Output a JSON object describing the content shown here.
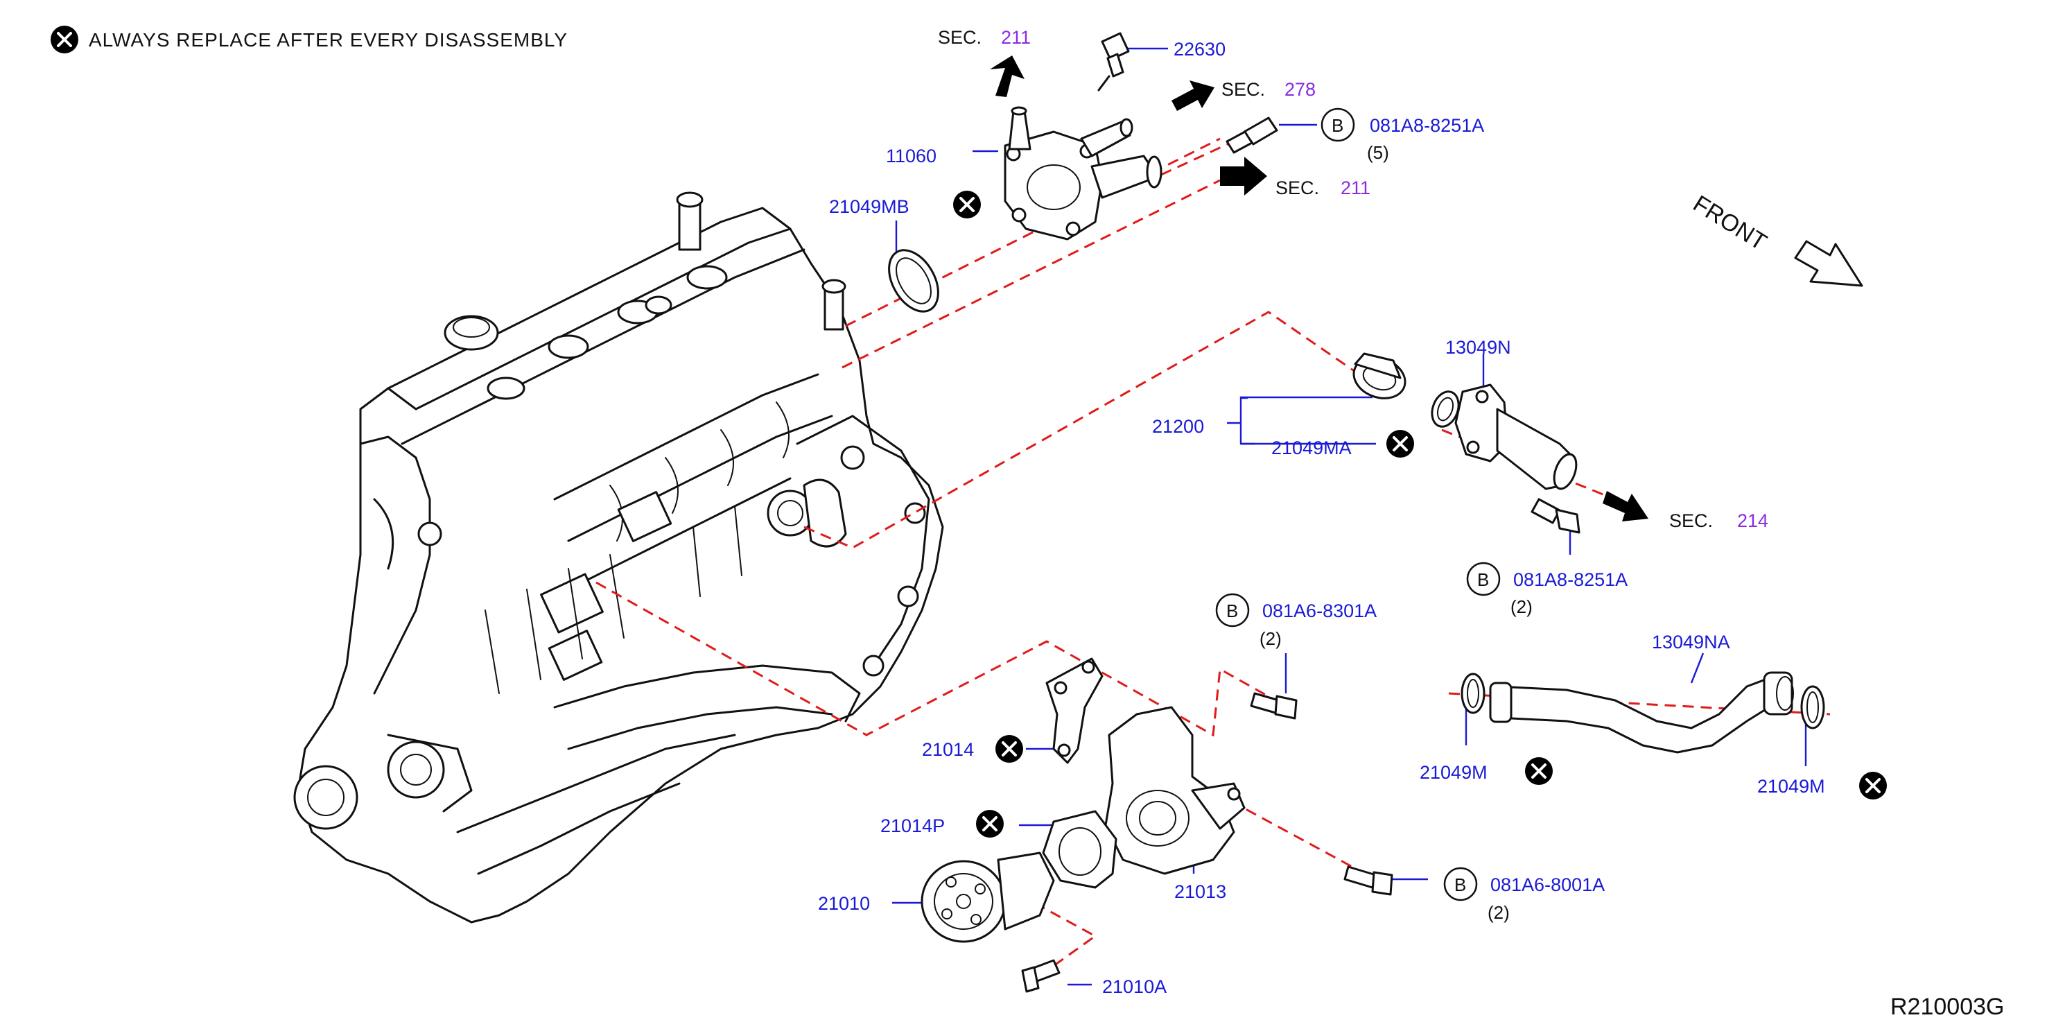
{
  "note": {
    "text": "ALWAYS   REPLACE   AFTER   EVERY   DISASSEMBLY"
  },
  "front_label": "FRONT",
  "diagram_ref": "R210003G",
  "section_refs": {
    "sec_211_top": {
      "word": "SEC.",
      "num": "211"
    },
    "sec_278": {
      "word": "SEC.",
      "num": "278"
    },
    "sec_211_right": {
      "word": "SEC.",
      "num": "211"
    },
    "sec_214": {
      "word": "SEC.",
      "num": "214"
    }
  },
  "parts": {
    "p22630": "22630",
    "p11060": "11060",
    "p21049MB": "21049MB",
    "p081A8_8251A_top": "081A8-8251A",
    "p081A8_8251A_top_qty": "(5)",
    "p13049N": "13049N",
    "p21200": "21200",
    "p21049MA": "21049MA",
    "p081A8_8251A_mid": "081A8-8251A",
    "p081A8_8251A_mid_qty": "(2)",
    "p081A6_8301A": "081A6-8301A",
    "p081A6_8301A_qty": "(2)",
    "p13049NA": "13049NA",
    "p21049M_left": "21049M",
    "p21049M_right": "21049M",
    "p21014": "21014",
    "p21014P": "21014P",
    "p21013": "21013",
    "p081A6_8001A": "081A6-8001A",
    "p081A6_8001A_qty": "(2)",
    "p21010": "21010",
    "p21010A": "21010A"
  },
  "bolt_badge_letter": "B",
  "colors": {
    "part_number": "#1a1ad6",
    "section_number": "#8a2be2",
    "dashed_guide": "#e01b1b",
    "ink": "#111111"
  },
  "icons": [
    "x-circle-icon",
    "b-circle-icon",
    "direction-arrow-icon",
    "front-arrow-icon"
  ]
}
